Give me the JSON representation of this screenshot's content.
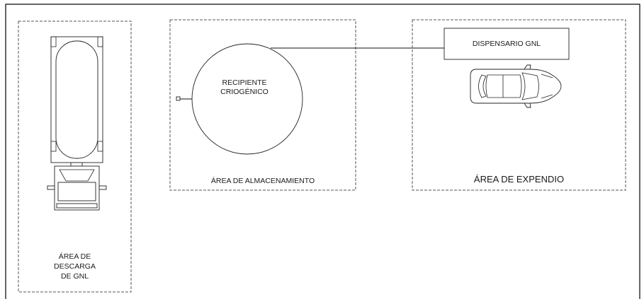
{
  "areas": {
    "descarga": {
      "label_lines": [
        "ÁREA DE",
        "DESCARGA",
        "DE GNL"
      ]
    },
    "almacenamiento": {
      "label": "ÁREA DE ALMACENAMIENTO"
    },
    "expendio": {
      "label": "ÁREA DE EXPENDIO"
    }
  },
  "equipment": {
    "recipiente": {
      "label_lines": [
        "RECIPIENTE",
        "CRIOGÉNICO"
      ]
    },
    "dispensario": {
      "label": "DISPENSARIO GNL"
    }
  }
}
